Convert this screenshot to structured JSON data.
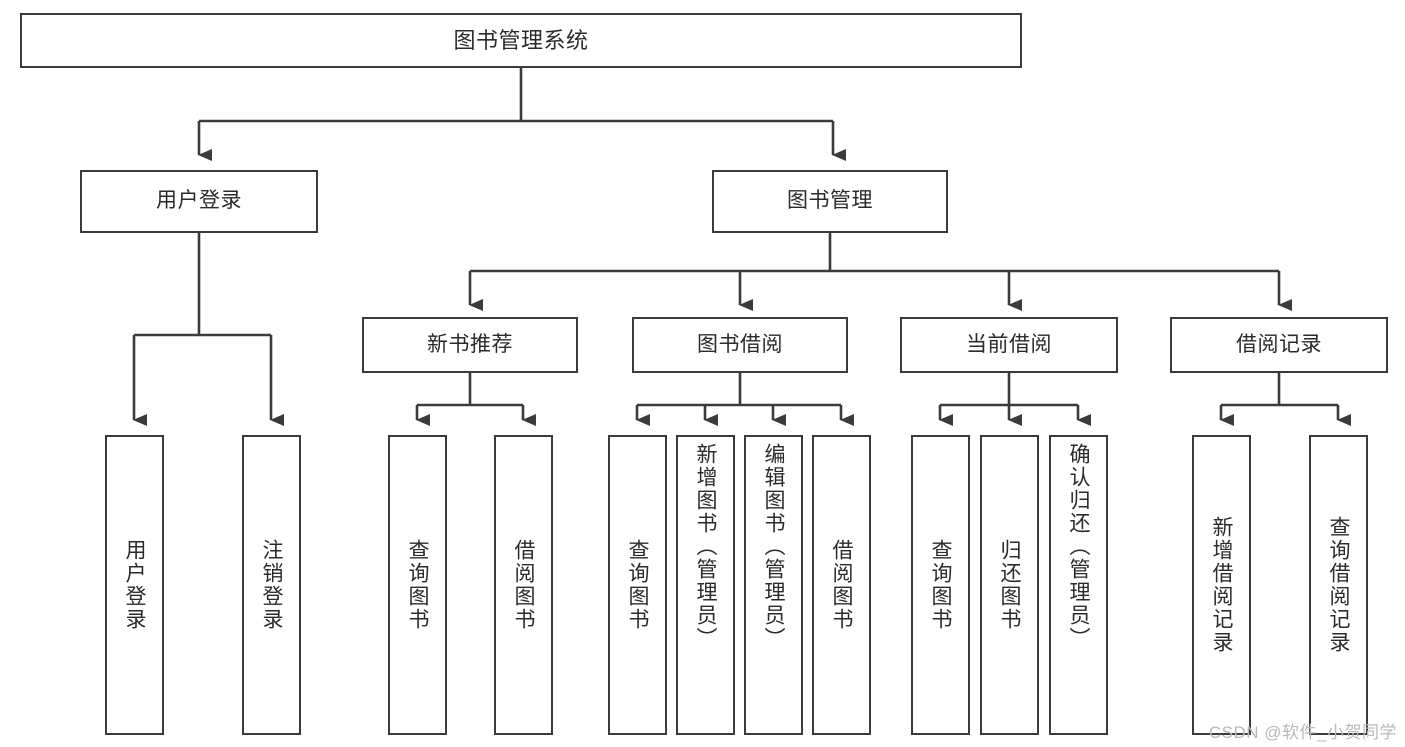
{
  "diagram": {
    "title": "图书管理系统",
    "watermark": "CSDN @软件_小贺同学",
    "root": {
      "label": "图书管理系统"
    },
    "level2": [
      {
        "label": "用户登录"
      },
      {
        "label": "图书管理"
      }
    ],
    "level3": [
      {
        "label": "新书推荐"
      },
      {
        "label": "图书借阅"
      },
      {
        "label": "当前借阅"
      },
      {
        "label": "借阅记录"
      }
    ],
    "leaves": {
      "user_login": [
        {
          "label": "用户登录"
        },
        {
          "label": "注销登录"
        }
      ],
      "new_book_recommend": [
        {
          "label": "查询图书"
        },
        {
          "label": "借阅图书"
        }
      ],
      "book_borrow": [
        {
          "label": "查询图书"
        },
        {
          "label": "新增图书（管理员）"
        },
        {
          "label": "编辑图书（管理员）"
        },
        {
          "label": "借阅图书"
        }
      ],
      "current_borrow": [
        {
          "label": "查询图书"
        },
        {
          "label": "归还图书"
        },
        {
          "label": "确认归还（管理员）"
        }
      ],
      "borrow_record": [
        {
          "label": "新增借阅记录"
        },
        {
          "label": "查询借阅记录"
        }
      ]
    },
    "colors": {
      "stroke": "#3b3b3b",
      "text": "#2b2b2b",
      "background": "#ffffff",
      "watermark": "#b9b9b9"
    }
  }
}
